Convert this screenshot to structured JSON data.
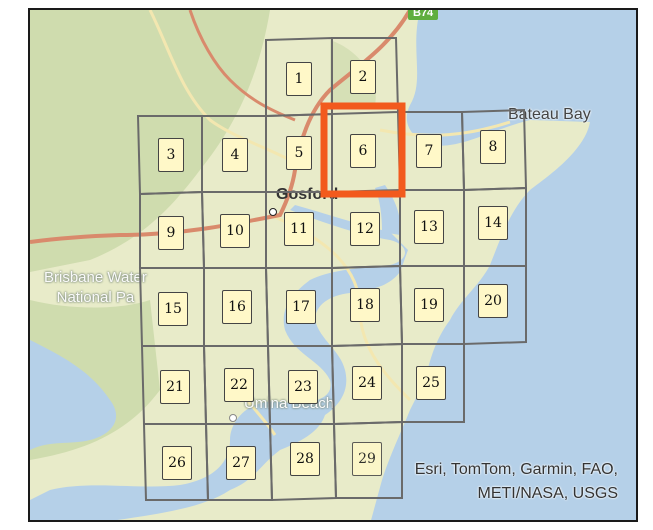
{
  "map": {
    "places": {
      "gosford": "Gosford",
      "bateau_bay": "Bateau Bay",
      "brisbane_water_1": "Brisbane Water",
      "brisbane_water_2": "National Pa",
      "umina": "Umina Beach"
    },
    "road_shield": "B74",
    "highlighted_tile": "6",
    "attribution": {
      "line1": "Esri, TomTom, Garmin, FAO,",
      "line2": "METI/NASA, USGS"
    },
    "colors": {
      "water": "#b5d0e8",
      "land": "#e8ebc9",
      "forest": "#cfdcae",
      "road_major": "#d98a6c",
      "road_minor": "#f3e7b0",
      "grid": "#6a6a6a",
      "highlight": "#f25a1d",
      "label_fill": "#fff8c8"
    }
  },
  "tiles": [
    "1",
    "2",
    "3",
    "4",
    "5",
    "6",
    "7",
    "8",
    "9",
    "10",
    "11",
    "12",
    "13",
    "14",
    "15",
    "16",
    "17",
    "18",
    "19",
    "20",
    "21",
    "22",
    "23",
    "24",
    "25",
    "26",
    "27",
    "28",
    "29"
  ]
}
